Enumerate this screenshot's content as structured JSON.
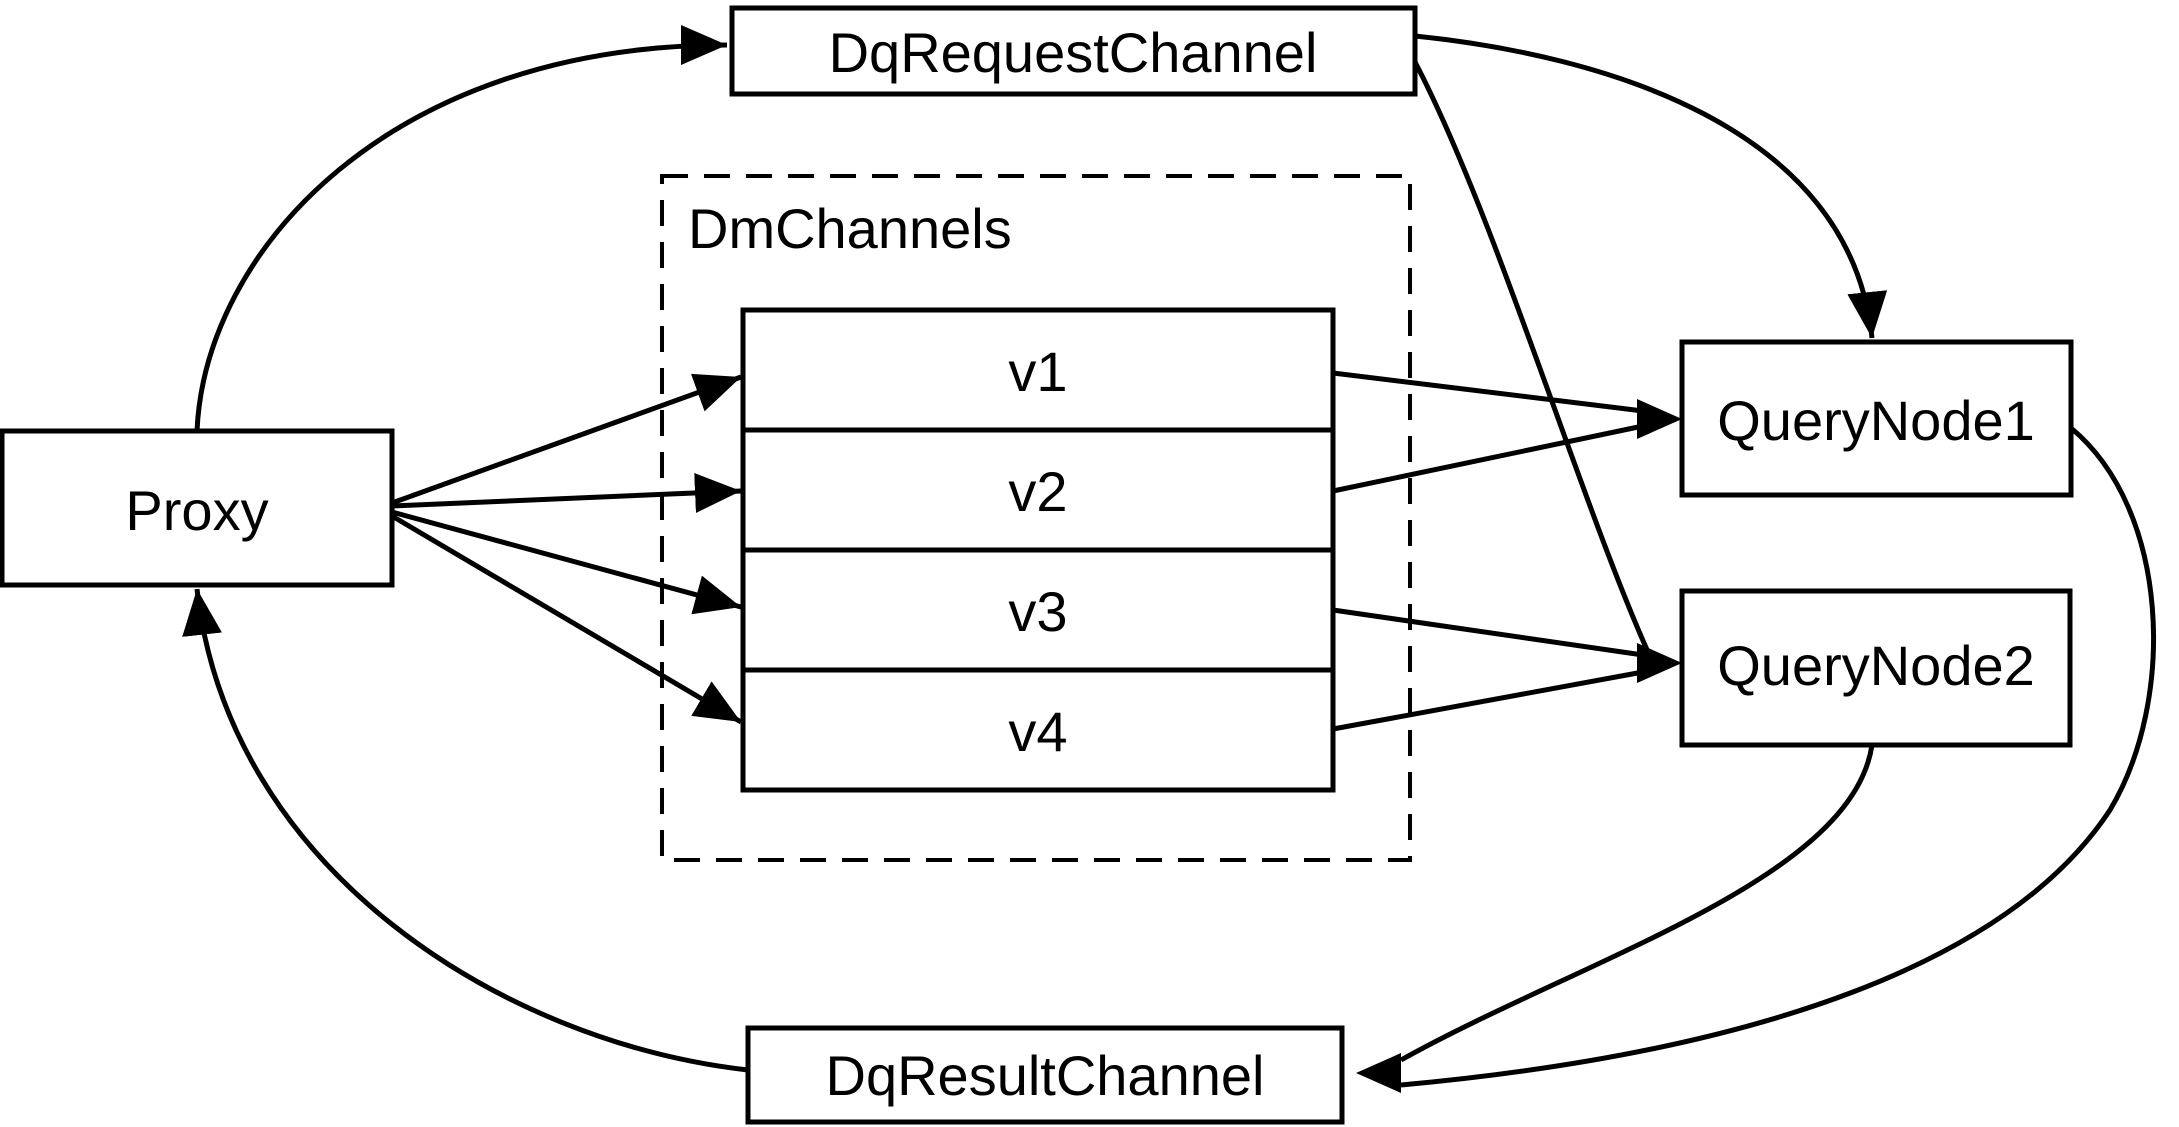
{
  "diagram": {
    "type": "flow-diagram",
    "background_color": "#ffffff",
    "stroke_color": "#000000",
    "nodes": {
      "proxy": {
        "label": "Proxy"
      },
      "dq_request_channel": {
        "label": "DqRequestChannel"
      },
      "dm_channels": {
        "label": "DmChannels",
        "channels": [
          {
            "label": "v1"
          },
          {
            "label": "v2"
          },
          {
            "label": "v3"
          },
          {
            "label": "v4"
          }
        ]
      },
      "query_node_1": {
        "label": "QueryNode1"
      },
      "query_node_2": {
        "label": "QueryNode2"
      },
      "dq_result_channel": {
        "label": "DqResultChannel"
      }
    },
    "edges": [
      {
        "from": "Proxy",
        "to": "DqRequestChannel"
      },
      {
        "from": "Proxy",
        "to": "v1"
      },
      {
        "from": "Proxy",
        "to": "v2"
      },
      {
        "from": "Proxy",
        "to": "v3"
      },
      {
        "from": "Proxy",
        "to": "v4"
      },
      {
        "from": "v1",
        "to": "QueryNode1"
      },
      {
        "from": "v2",
        "to": "QueryNode1"
      },
      {
        "from": "v3",
        "to": "QueryNode2"
      },
      {
        "from": "v4",
        "to": "QueryNode2"
      },
      {
        "from": "DqRequestChannel",
        "to": "QueryNode1"
      },
      {
        "from": "DqRequestChannel",
        "to": "QueryNode2"
      },
      {
        "from": "QueryNode1",
        "to": "DqResultChannel"
      },
      {
        "from": "QueryNode2",
        "to": "DqResultChannel"
      },
      {
        "from": "DqResultChannel",
        "to": "Proxy"
      }
    ]
  }
}
